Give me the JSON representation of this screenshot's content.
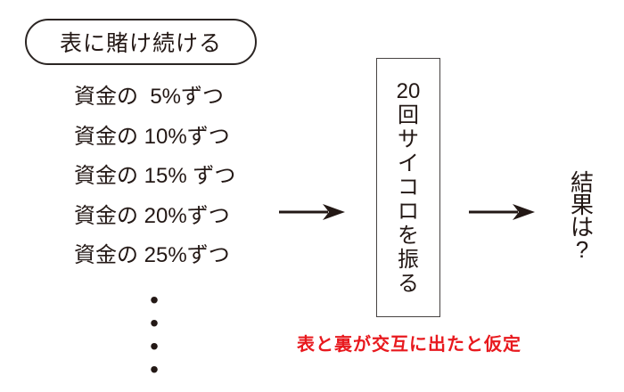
{
  "colors": {
    "ink": "#231815",
    "note_red": "#e8191e",
    "box_border": "#474342"
  },
  "strategy_pill": {
    "label": "表に賭け続ける"
  },
  "bet_list": {
    "items": [
      "資金の  5%ずつ",
      "資金の 10%ずつ",
      "資金の 15% ずつ",
      "資金の 20%ずつ",
      "資金の 25%ずつ"
    ],
    "ellipsis": [
      "•",
      "•",
      "•",
      "•"
    ]
  },
  "dice_box": {
    "label": "20回サイコロを振る",
    "segments": [
      "20",
      "回",
      "サ",
      "イ",
      "コ",
      "ロ",
      "を",
      "振",
      "る"
    ]
  },
  "result_label": {
    "text": "結果は?",
    "segments": [
      "結",
      "果",
      "は",
      "?"
    ]
  },
  "assumption_note": {
    "text": "表と裏が交互に出たと仮定"
  },
  "icons": {
    "flow_arrow": "right-arrow"
  }
}
